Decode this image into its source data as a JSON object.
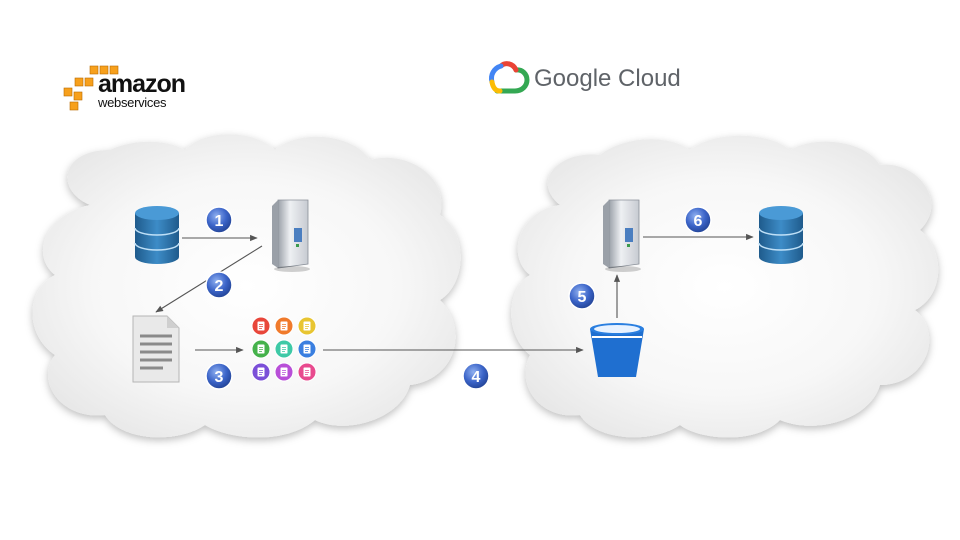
{
  "logos": {
    "aws": {
      "word": "amazon",
      "sub": "webservices"
    },
    "gcp": {
      "word": "Google Cloud"
    }
  },
  "steps": [
    "1",
    "2",
    "3",
    "4",
    "5",
    "6"
  ],
  "colors": {
    "db_blue": "#2e72a8",
    "bucket_blue": "#1f6fd0",
    "badge_blue": "#3b64c8",
    "aws_orange": "#f7a01c",
    "cloud_fill": "#f2f2f2",
    "arrow": "#555555"
  },
  "icons": {
    "aws_database": "database-icon",
    "aws_server": "server-icon",
    "export_file": "document-icon",
    "converted_files": "file-grid-icon",
    "gcs_bucket": "bucket-icon",
    "gcp_server": "server-icon",
    "gcp_database": "database-icon"
  },
  "file_grid_colors": [
    "#e8463a",
    "#f07a2b",
    "#e8c531",
    "#45b24b",
    "#3ec9a6",
    "#3a7fe0",
    "#7b4fd8",
    "#b84fd8",
    "#e84a8e"
  ]
}
